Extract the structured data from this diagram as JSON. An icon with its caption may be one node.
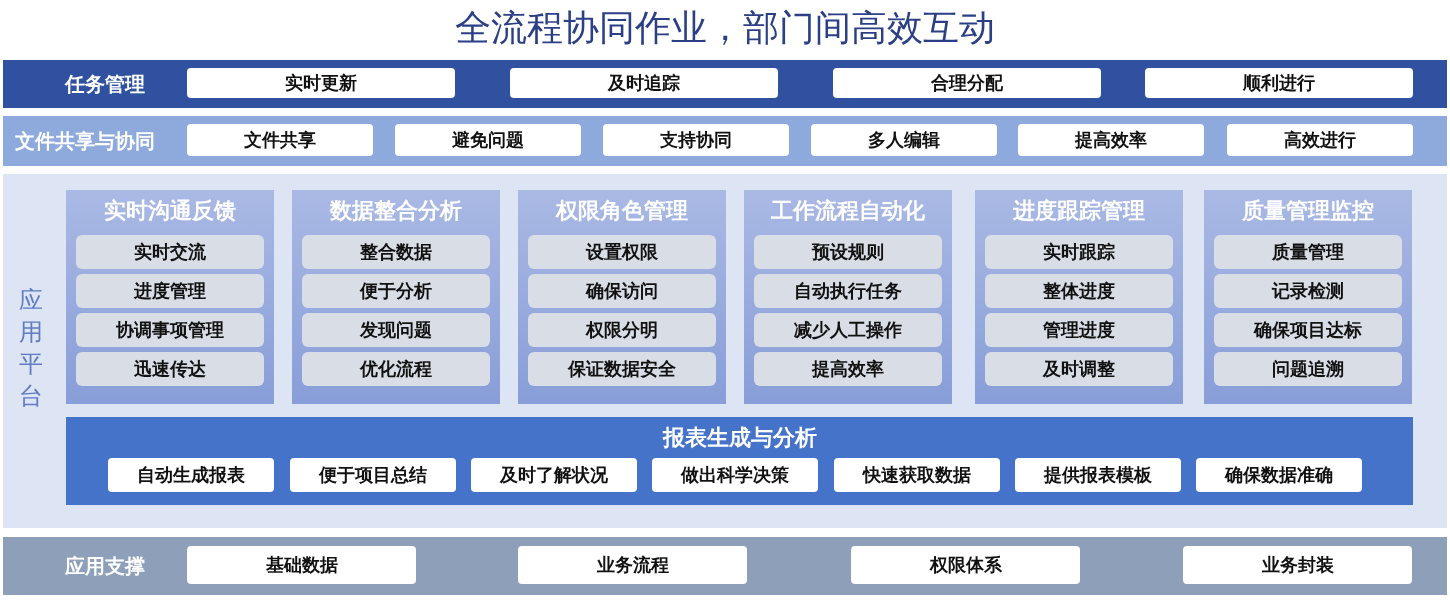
{
  "diagram": {
    "title": "全流程协同作业，部门间高效互动",
    "nodes": [
      {
        "text": [
          "任务管理"
        ]
      },
      {
        "text": [
          "实时更新"
        ],
        "in": 0
      },
      {
        "text": [
          "及时追踪"
        ],
        "in": 0
      },
      {
        "text": [
          "合理分配"
        ],
        "in": 0
      },
      {
        "text": [
          "顺利进行"
        ],
        "in": 0
      },
      {
        "text": [
          "文件共享与协同"
        ]
      },
      {
        "text": [
          "文件共享"
        ],
        "in": 5
      },
      {
        "text": [
          "避免问题"
        ],
        "in": 5
      },
      {
        "text": [
          "支持协同"
        ],
        "in": 5
      },
      {
        "text": [
          "多人编辑"
        ],
        "in": 5
      },
      {
        "text": [
          "提高效率"
        ],
        "in": 5
      },
      {
        "text": [
          "高效进行"
        ],
        "in": 5
      },
      {
        "text": [
          "应用平台"
        ]
      },
      {
        "text": [
          "实时沟通反馈"
        ],
        "in": 12
      },
      {
        "text": [
          "实时交流"
        ],
        "in": 13
      },
      {
        "text": [
          "进度管理"
        ],
        "in": 13
      },
      {
        "text": [
          "协调事项管理"
        ],
        "in": 13
      },
      {
        "text": [
          "迅速传达"
        ],
        "in": 13
      },
      {
        "text": [
          "数据整合分析"
        ],
        "in": 12
      },
      {
        "text": [
          "整合数据"
        ],
        "in": 18
      },
      {
        "text": [
          "便于分析"
        ],
        "in": 18
      },
      {
        "text": [
          "发现问题"
        ],
        "in": 18
      },
      {
        "text": [
          "优化流程"
        ],
        "in": 18
      },
      {
        "text": [
          "权限角色管理"
        ],
        "in": 12
      },
      {
        "text": [
          "设置权限"
        ],
        "in": 23
      },
      {
        "text": [
          "确保访问"
        ],
        "in": 23
      },
      {
        "text": [
          "权限分明"
        ],
        "in": 23
      },
      {
        "text": [
          "保证数据安全"
        ],
        "in": 23
      },
      {
        "text": [
          "工作流程自动化"
        ],
        "in": 12
      },
      {
        "text": [
          "预设规则"
        ],
        "in": 28
      },
      {
        "text": [
          "自动执行任务"
        ],
        "in": 28
      },
      {
        "text": [
          "减少人工操作"
        ],
        "in": 28
      },
      {
        "text": [
          "提高效率"
        ],
        "in": 28
      },
      {
        "text": [
          "进度跟踪管理"
        ],
        "in": 12
      },
      {
        "text": [
          "实时跟踪"
        ],
        "in": 33
      },
      {
        "text": [
          "整体进度"
        ],
        "in": 33
      },
      {
        "text": [
          "管理进度"
        ],
        "in": 33
      },
      {
        "text": [
          "及时调整"
        ],
        "in": 33
      },
      {
        "text": [
          "质量管理监控"
        ],
        "in": 12
      },
      {
        "text": [
          "质量管理"
        ],
        "in": 38
      },
      {
        "text": [
          "记录检测"
        ],
        "in": 38
      },
      {
        "text": [
          "确保项目达标"
        ],
        "in": 38
      },
      {
        "text": [
          "问题追溯"
        ],
        "in": 38
      },
      {
        "text": [
          "报表生成与分析"
        ],
        "in": 12
      },
      {
        "text": [
          "自动生成报表"
        ],
        "in": 43
      },
      {
        "text": [
          "便于项目总结"
        ],
        "in": 43
      },
      {
        "text": [
          "及时了解状况"
        ],
        "in": 43
      },
      {
        "text": [
          "做出科学决策"
        ],
        "in": 43
      },
      {
        "text": [
          "快速获取数据"
        ],
        "in": 43
      },
      {
        "text": [
          "提供报表模板"
        ],
        "in": 43
      },
      {
        "text": [
          "确保数据准确"
        ],
        "in": 43
      },
      {
        "text": [
          "应用支撑"
        ]
      },
      {
        "text": [
          "基础数据"
        ],
        "in": 51
      },
      {
        "text": [
          "业务流程"
        ],
        "in": 51
      },
      {
        "text": [
          "权限体系"
        ],
        "in": 51
      },
      {
        "text": [
          "业务封装"
        ],
        "in": 51
      }
    ]
  }
}
